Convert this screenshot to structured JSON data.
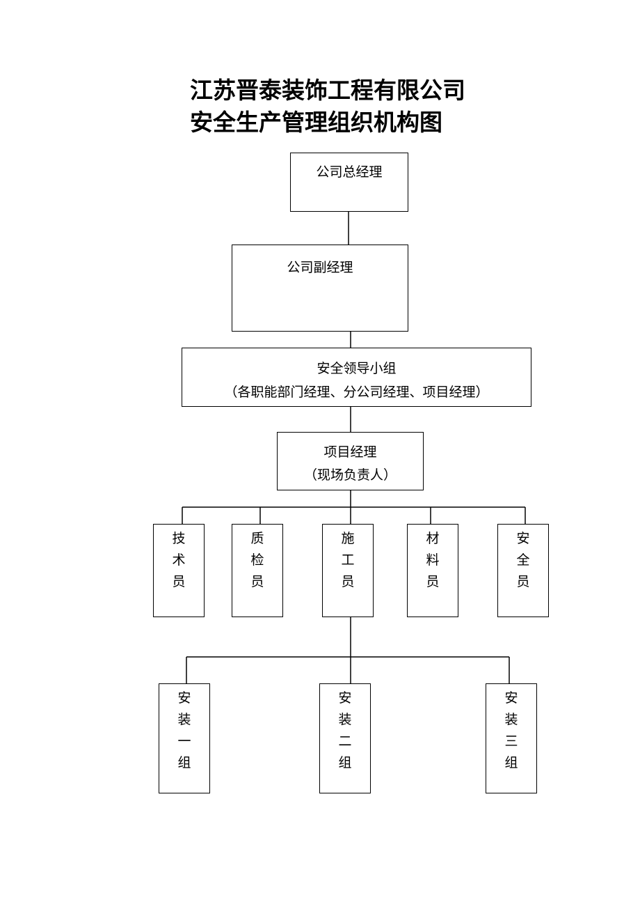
{
  "title": {
    "line1": "江苏晋泰装饰工程有限公司",
    "line2": "安全生产管理组织机构图"
  },
  "nodes": {
    "gm": "公司总经理",
    "deputy": "公司副经理",
    "leadership_line1": "安全领导小组",
    "leadership_line2": "（各职能部门经理、分公司经理、项目经理）",
    "pm_line1": "项目经理",
    "pm_line2": "（现场负责人）",
    "staff": [
      [
        "技",
        "术",
        "员"
      ],
      [
        "质",
        "检",
        "员"
      ],
      [
        "施",
        "工",
        "员"
      ],
      [
        "材",
        "料",
        "员"
      ],
      [
        "安",
        "全",
        "员"
      ]
    ],
    "groups": [
      [
        "安",
        "装",
        "一",
        "组"
      ],
      [
        "安",
        "装",
        "二",
        "组"
      ],
      [
        "安",
        "装",
        "三",
        "组"
      ]
    ]
  }
}
